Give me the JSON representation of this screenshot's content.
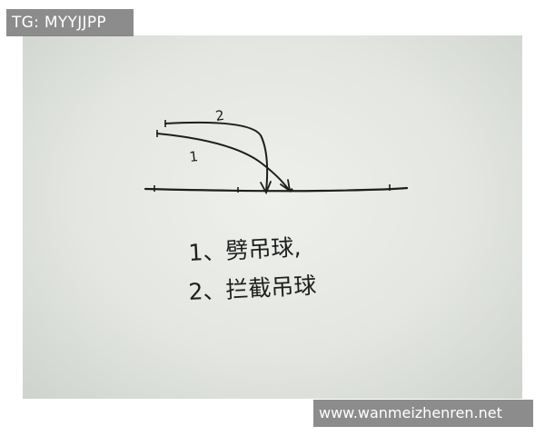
{
  "watermark": {
    "tag_text": "TG: MYYJJPP",
    "site_text": "www.wanmeizhenren.net"
  },
  "note": {
    "trajectory_labels": [
      "1",
      "2"
    ],
    "lines": [
      "1、劈吊球,",
      "2、拦截吊球"
    ]
  },
  "colors": {
    "ink": "#1e1e1e",
    "paper": "#e6e8e4",
    "overlay": "#787878"
  }
}
